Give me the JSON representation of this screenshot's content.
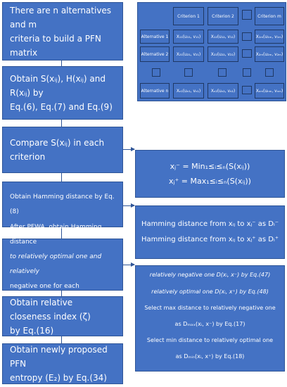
{
  "steps": [
    {
      "lines": [
        "There are n alternatives and m",
        "criteria to build a PFN matrix"
      ]
    },
    {
      "lines": [
        "Obtain S(xᵢⱼ), H(xᵢⱼ) and R(xᵢⱼ) by",
        "Eq.(6), Eq.(7) and Eq.(9)"
      ]
    },
    {
      "lines": [
        "Compare S(xᵢⱼ) in each criterion"
      ]
    },
    {
      "lines": [
        "Obtain Hamming distance by Eq.(8)"
      ]
    },
    {
      "lines": [
        "After PFWA, obtain Hamming distance",
        "to relatively optimal one and relatively",
        "negative one for each alternative"
      ]
    },
    {
      "lines": [
        "Obtain relative closeness index (ζ)",
        "by Eq.(16)"
      ]
    },
    {
      "lines": [
        "Obtain newly proposed PFN",
        "entropy (E₂) by Eq.(34)"
      ]
    }
  ],
  "matrix": {
    "headers": [
      "Criterion 1",
      "Criterion 2",
      "Criterion m"
    ],
    "rows": [
      {
        "label": "Alternative 1",
        "cells": [
          "X₁₁(u₁₁, v₁₁)",
          "X₁₂(u₁₂, v₁₂)",
          "X₁ₘ(u₁ₘ, v₁ₘ)"
        ]
      },
      {
        "label": "Alternative 2",
        "cells": [
          "X₂₁(u₂₁, v₂₁)",
          "X₂₂(u₂₂, v₂₂)",
          "X₂ₘ(u₂ₘ, v₂ₘ)"
        ]
      },
      {
        "label": "Alternative n",
        "cells": [
          "Xₙ₁(uₙ₁, vₙ₁)",
          "Xₙ₂(uₙ₂, vₙ₂)",
          "Xₙₘ(uₙₘ, vₙₘ)"
        ]
      }
    ]
  },
  "minmax": {
    "line1": "xⱼ⁻ = Min₁≤ᵢ≤ₙ(S(xᵢⱼ))",
    "line2": "xⱼ⁺ = Max₁≤ᵢ≤ₙ(S(xᵢⱼ))"
  },
  "hamming": {
    "line1": "Hamming distance from xᵢⱼ to xⱼ⁻ as Dᵢ⁻",
    "line2": "Hamming distance from xᵢⱼ to xⱼ⁺ as Dᵢ⁺"
  },
  "distances": {
    "line1": "relatively negative one D(xᵢ, x⁻) by Eq.(47)",
    "line2": "relatively optimal one D(xᵢ, x⁺) by Eq.(48)",
    "line3": "Select max distance to relatively negative one",
    "line4": "as Dₘₐₓ(xᵢ, x⁻) by Eq.(17)",
    "line5": "Select min distance to relatively optimal one",
    "line6": "as Dₘᵢₙ(xᵢ, x⁺) by Eq.(18)"
  }
}
